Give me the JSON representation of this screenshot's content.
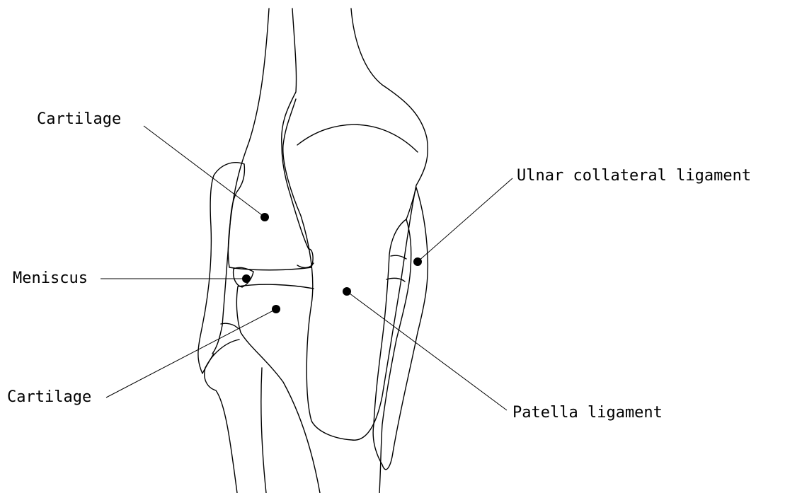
{
  "labels": {
    "cartilage_upper": "Cartilage",
    "meniscus": "Meniscus",
    "cartilage_lower": "Cartilage",
    "ulnar_collateral_ligament": "Ulnar collateral ligament",
    "patella_ligament": "Patella ligament"
  }
}
